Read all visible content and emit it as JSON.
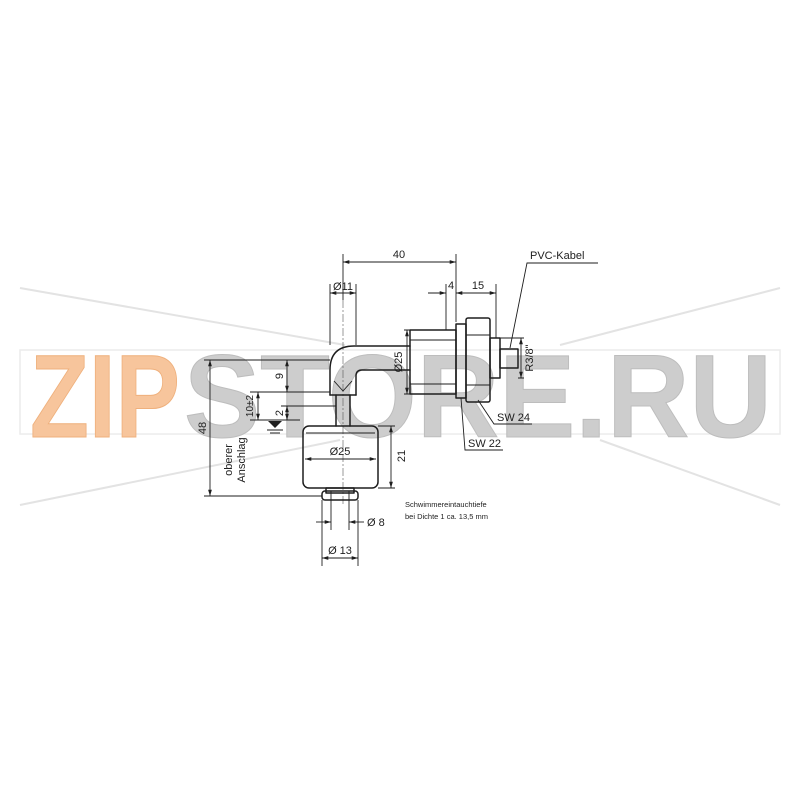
{
  "watermark": {
    "part1": "ZIP",
    "part2": "STORE.RU"
  },
  "dimensions": {
    "tube_length": "40",
    "stem_diameter": "Ø11",
    "nut_offset": "4",
    "thread_length": "15",
    "body_diameter": "Ø25",
    "elbow_height": "9",
    "switch_point": "10±2",
    "hysteresis": "2",
    "total_height": "48",
    "float_diameter": "Ø25",
    "float_height": "21",
    "thread": "R3/8\"",
    "stop_diameter_small": "Ø 8",
    "stop_diameter_large": "Ø 13"
  },
  "labels": {
    "cable": "PVC-Kabel",
    "wrench_large": "SW 24",
    "wrench_small": "SW 22",
    "upper_stop": [
      "oberer",
      "Anschlag"
    ],
    "note": [
      "Schwimmereintauchtiefe",
      "bei Dichte 1 ca. 13,5 mm"
    ]
  },
  "colors": {
    "line": "#1e1e1e",
    "watermark_orange": "#f7c59c",
    "watermark_gray": "#cdcdcd"
  }
}
